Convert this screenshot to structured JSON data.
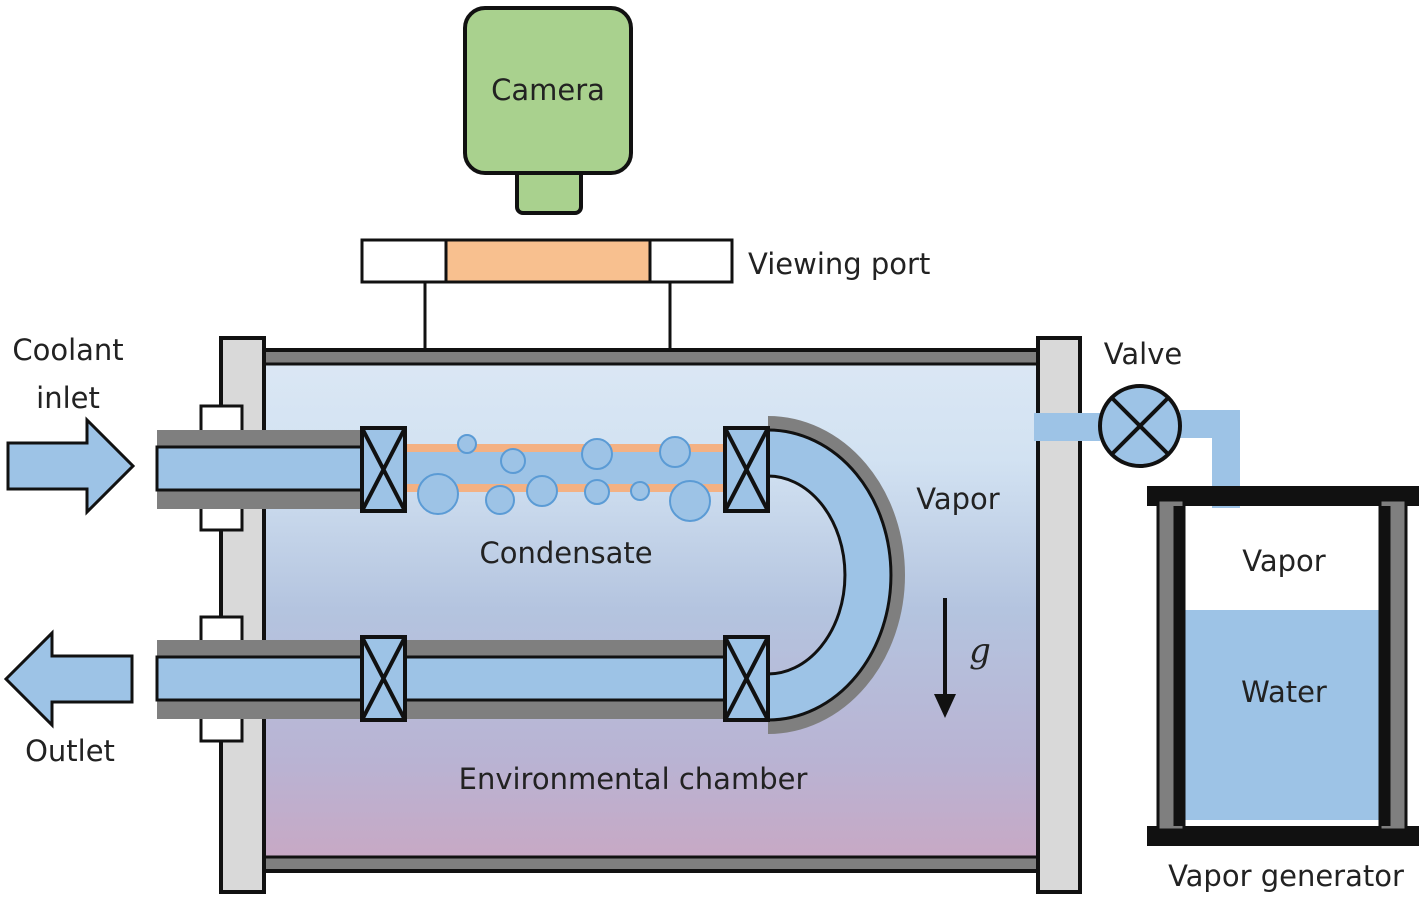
{
  "labels": {
    "camera": "Camera",
    "viewing_port": "Viewing port",
    "coolant_inlet_line1": "Coolant",
    "coolant_inlet_line2": "inlet",
    "outlet": "Outlet",
    "valve": "Valve",
    "vapor_chamber": "Vapor",
    "condensate": "Condensate",
    "gravity": "g",
    "environmental_chamber": "Environmental chamber",
    "vapor_generator_vapor": "Vapor",
    "water": "Water",
    "vapor_generator": "Vapor generator"
  },
  "colors": {
    "camera_fill": "#a9d18e",
    "viewing_window": "#f8c08f",
    "chamber_top": "#d9e6f3",
    "chamber_mid": "#b5c6e0",
    "chamber_bottom": "#c5a8c5",
    "tube_fill": "#9dc3e6",
    "tube_shell": "#7f7f7f",
    "flange": "#d9d9d9",
    "condensate_stripe": "#f4b183",
    "water": "#9dc3e6",
    "outline": "#111111"
  },
  "icons": {
    "inlet_arrow": "arrow-right-icon",
    "outlet_arrow": "arrow-left-icon",
    "valve": "valve-icon",
    "gravity_arrow": "arrow-down-icon"
  }
}
